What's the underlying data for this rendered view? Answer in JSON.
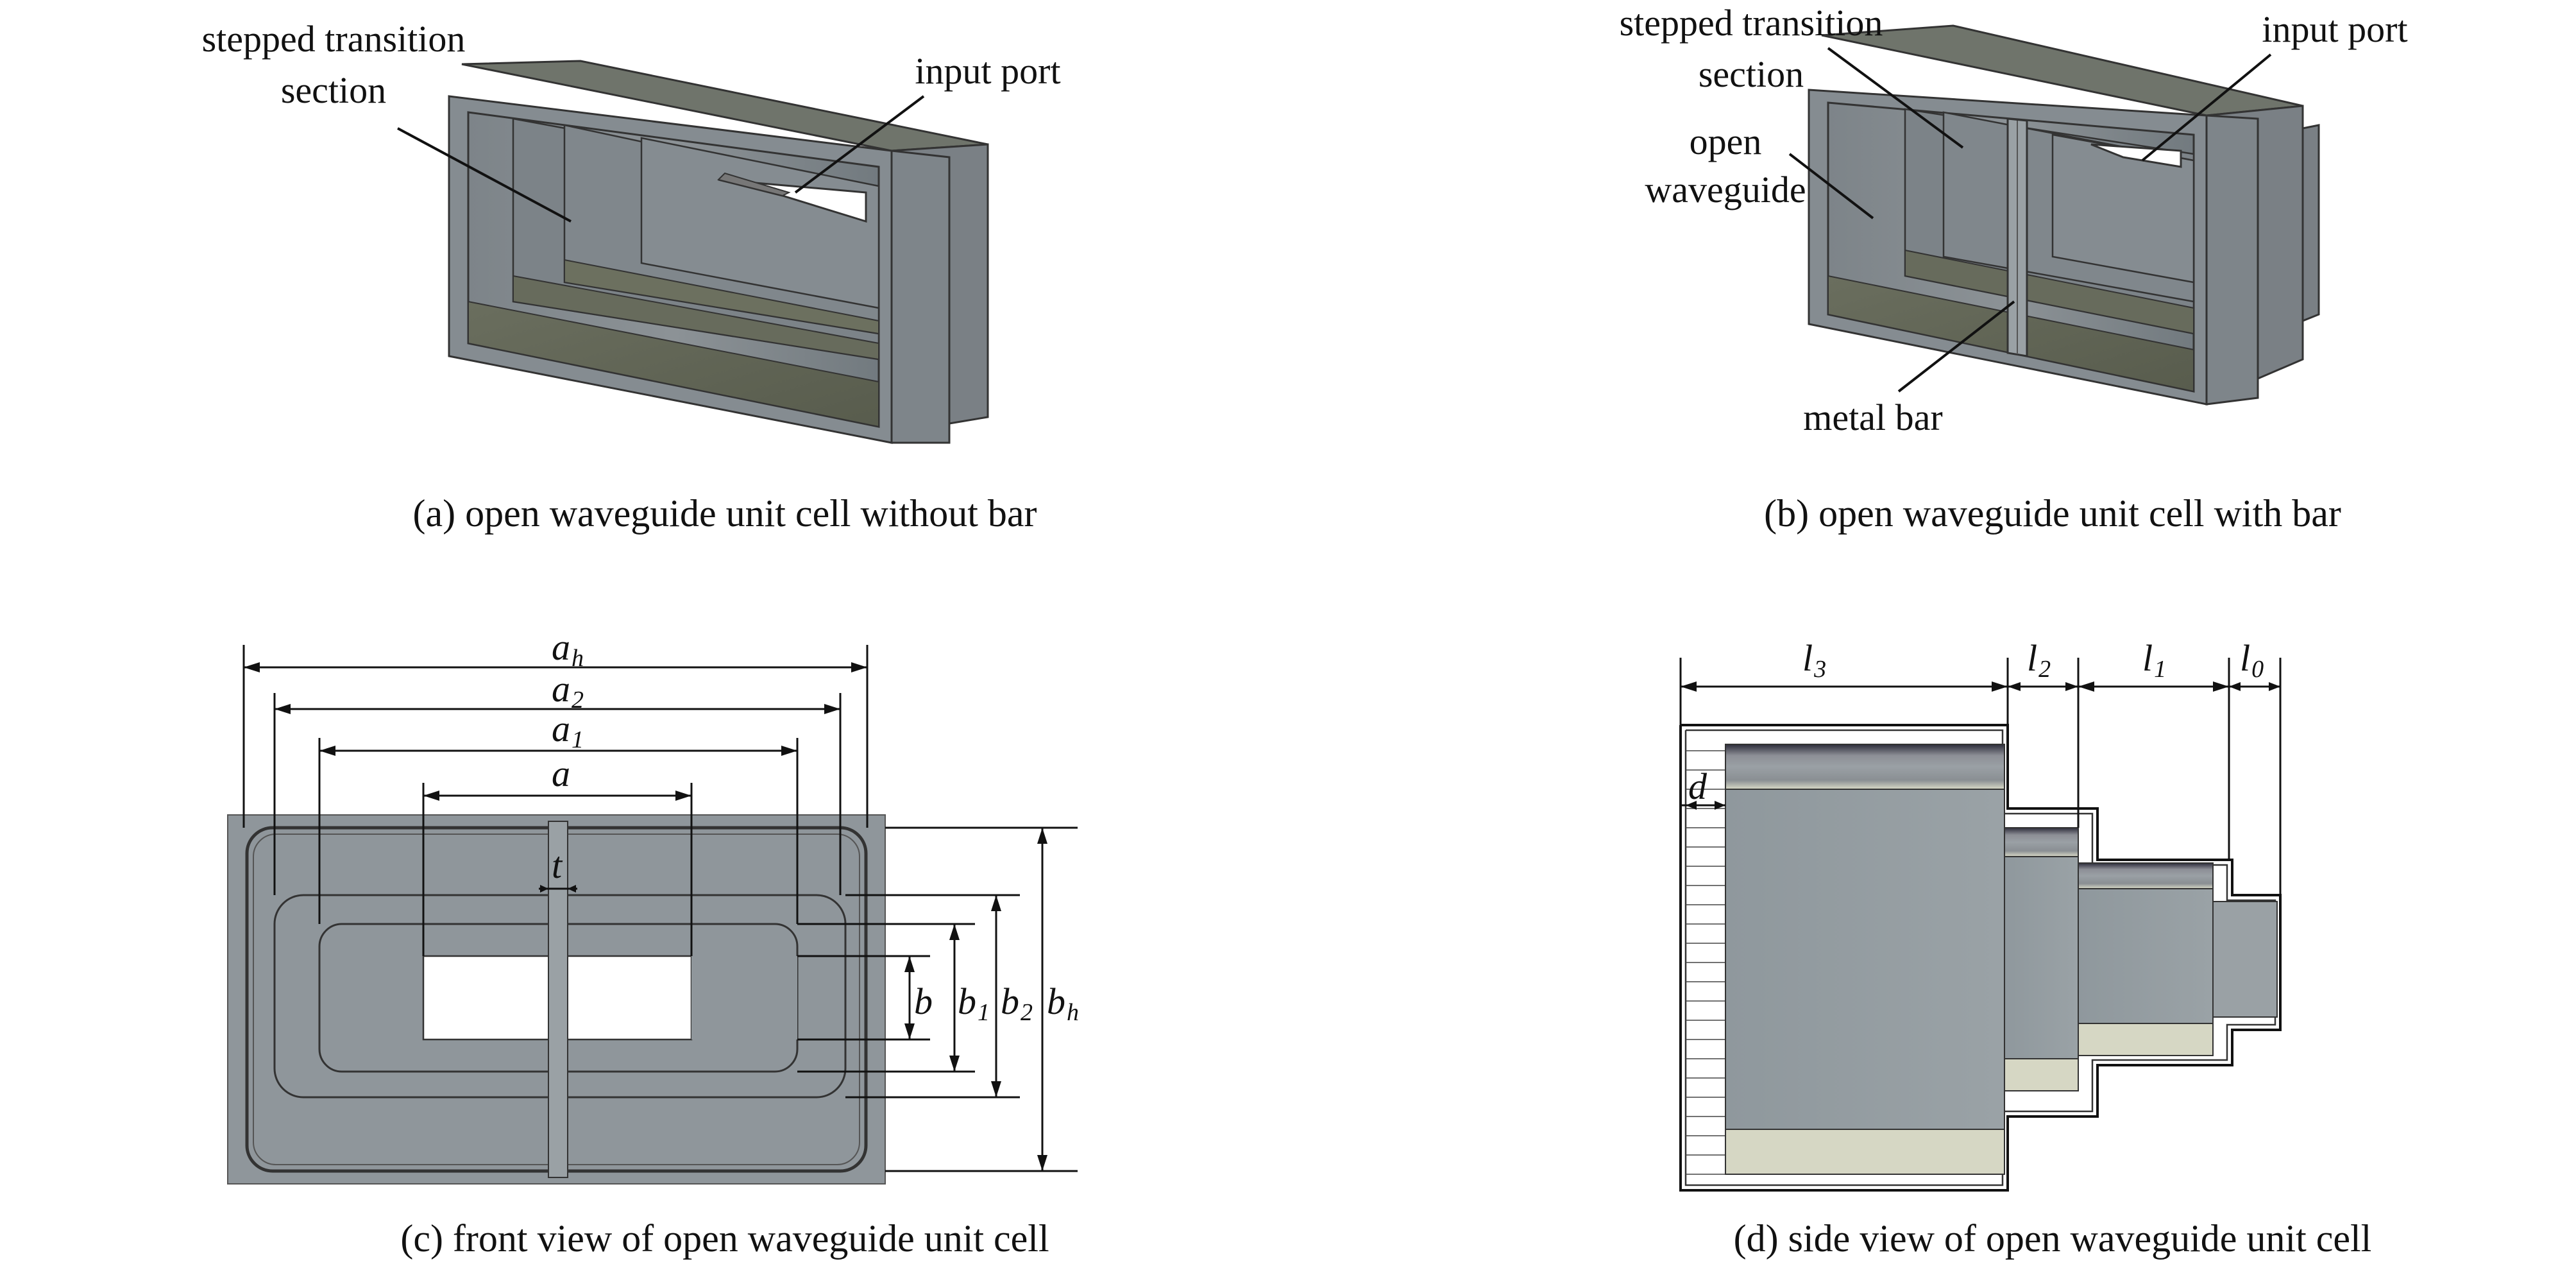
{
  "panel_a": {
    "labels": {
      "stepped": "stepped transition",
      "stepped2": "section",
      "input_port": "input port"
    },
    "caption": "(a) open waveguide unit cell without bar"
  },
  "panel_b": {
    "labels": {
      "stepped": "stepped transition",
      "stepped2": "section",
      "input_port": "input port",
      "open": "open",
      "waveguide": "waveguide",
      "metal_bar": "metal bar"
    },
    "caption": "(b) open waveguide unit cell with bar"
  },
  "panel_c": {
    "dims": {
      "ah": "a",
      "ah_sub": "h",
      "a2": "a",
      "a2_sub": "2",
      "a1": "a",
      "a1_sub": "1",
      "a": "a",
      "t": "t",
      "b": "b",
      "b1": "b",
      "b1_sub": "1",
      "b2": "b",
      "b2_sub": "2",
      "bh": "b",
      "bh_sub": "h"
    },
    "caption": "(c) front view of open waveguide unit cell"
  },
  "panel_d": {
    "dims": {
      "l3": "l",
      "l3_sub": "3",
      "l2": "l",
      "l2_sub": "2",
      "l1": "l",
      "l1_sub": "1",
      "l0": "l",
      "l0_sub": "0",
      "d": "d"
    },
    "caption": "(d) side view of open waveguide unit cell"
  }
}
